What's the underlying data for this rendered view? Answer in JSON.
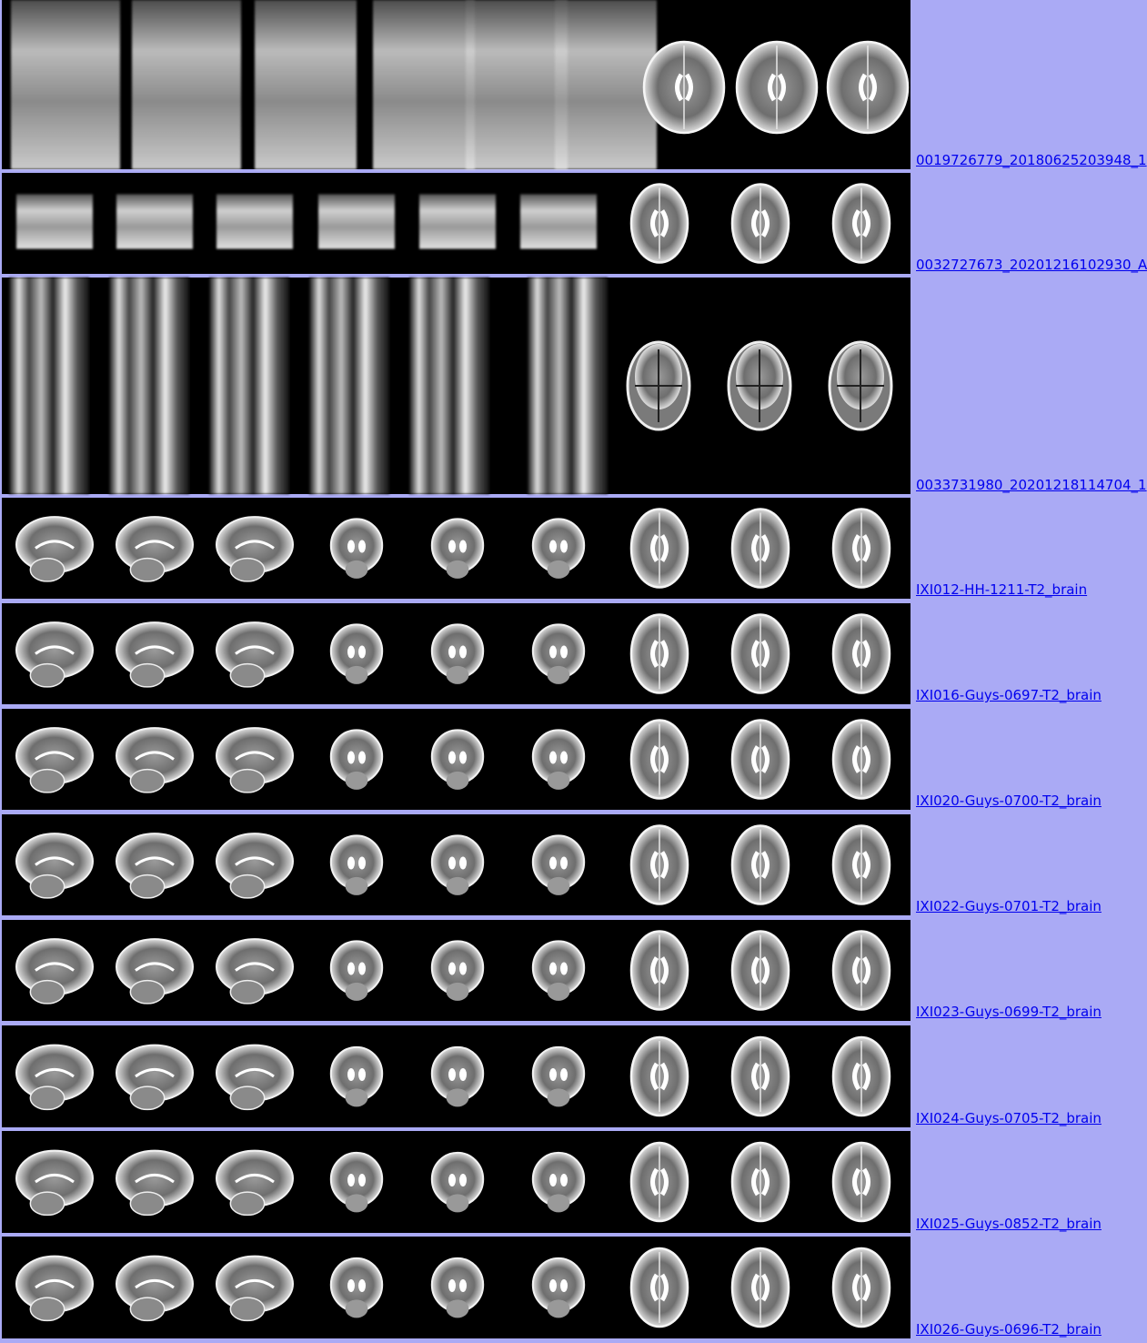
{
  "rows": [
    {
      "label": "0019726779_20180625203948_1"
    },
    {
      "label": "0032727673_20201216102930_A"
    },
    {
      "label": "0033731980_20201218114704_1"
    },
    {
      "label": "IXI012-HH-1211-T2_brain"
    },
    {
      "label": "IXI016-Guys-0697-T2_brain"
    },
    {
      "label": "IXI020-Guys-0700-T2_brain"
    },
    {
      "label": "IXI022-Guys-0701-T2_brain"
    },
    {
      "label": "IXI023-Guys-0699-T2_brain"
    },
    {
      "label": "IXI024-Guys-0705-T2_brain"
    },
    {
      "label": "IXI025-Guys-0852-T2_brain"
    },
    {
      "label": "IXI026-Guys-0696-T2_brain"
    }
  ],
  "colors": {
    "background": "#aaaaf5",
    "link": "#0000ee",
    "strip": "#000000"
  }
}
